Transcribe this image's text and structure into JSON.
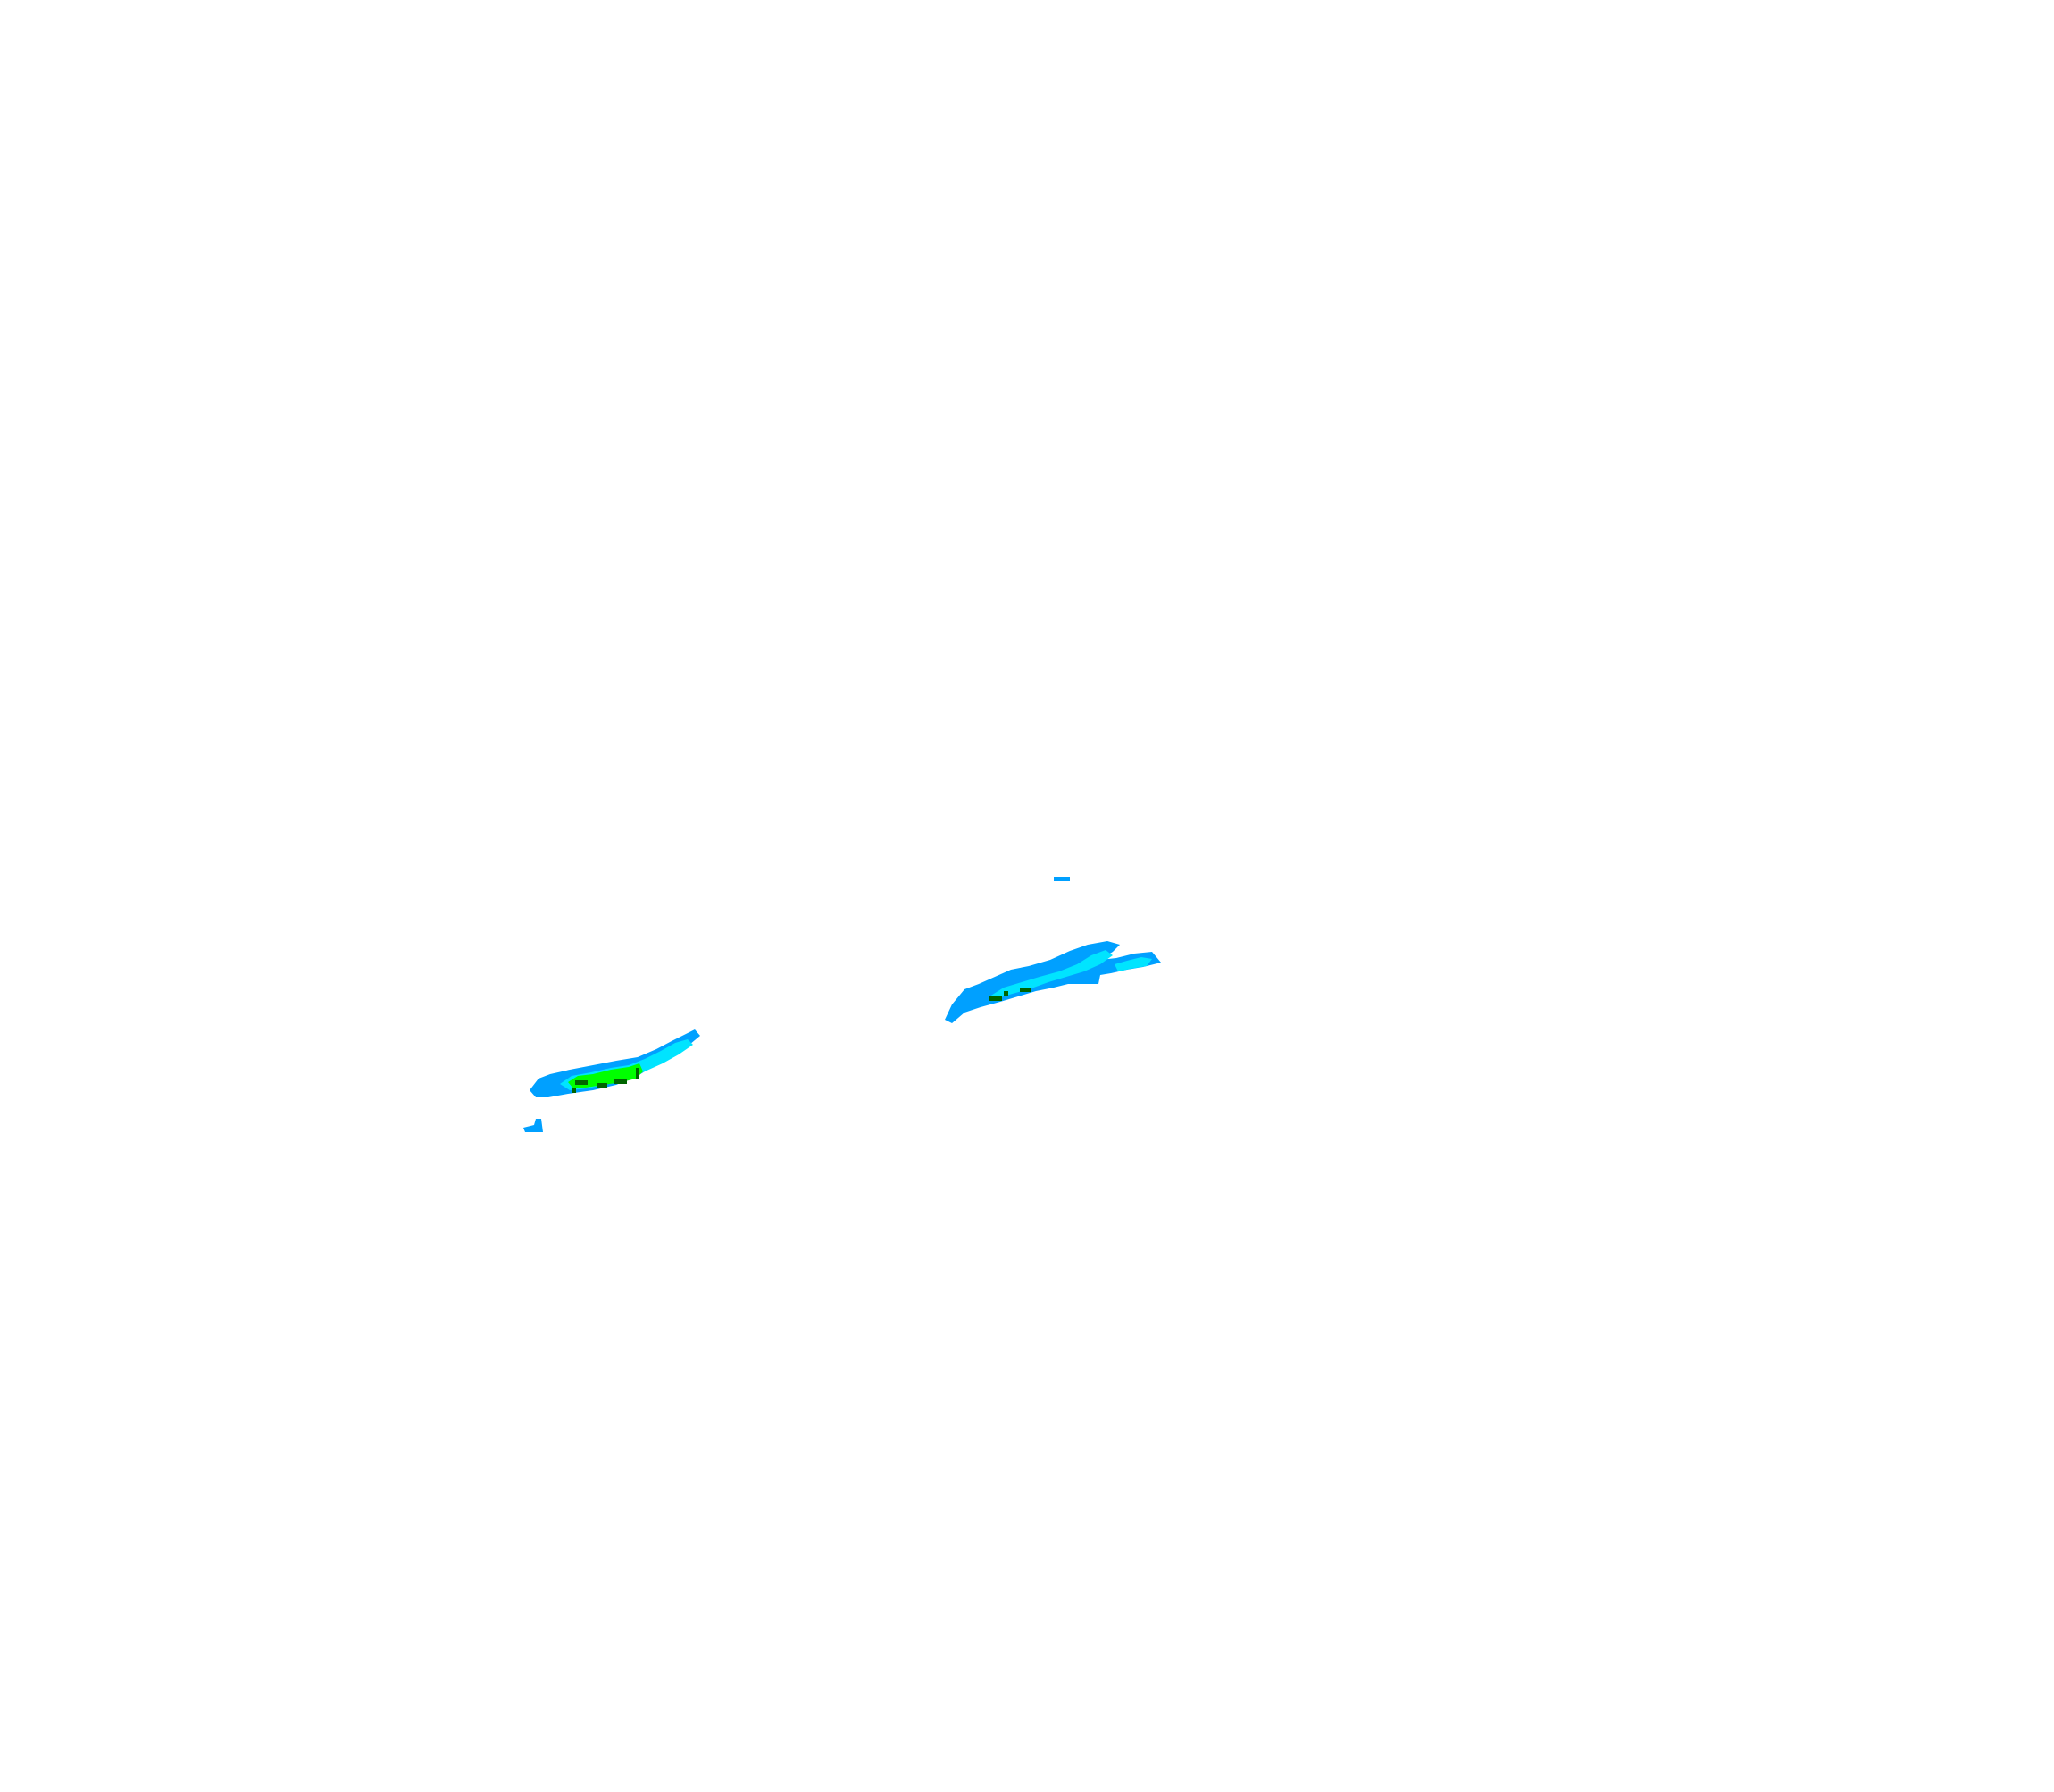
{
  "map": {
    "background": "#ffffff",
    "palette": {
      "light": "#00a0ff",
      "moderate": "#00e4ff",
      "heavy": "#00ff00",
      "core": "#006400"
    },
    "echo_cells": [
      {
        "id": "southwest-band",
        "intensities": [
          "light",
          "moderate",
          "heavy",
          "core"
        ]
      },
      {
        "id": "central-band",
        "intensities": [
          "light",
          "moderate",
          "core"
        ]
      },
      {
        "id": "north-fleck",
        "intensities": [
          "light"
        ]
      },
      {
        "id": "southwest-fleck",
        "intensities": [
          "light"
        ]
      }
    ]
  }
}
